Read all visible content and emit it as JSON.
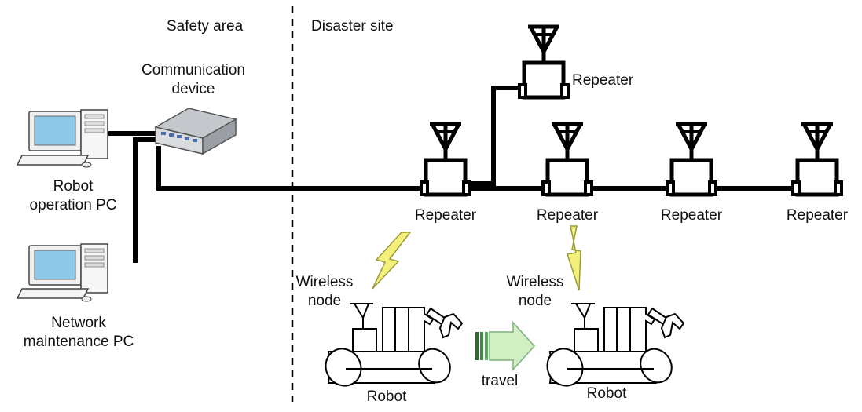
{
  "zones": {
    "safety": "Safety area",
    "disaster": "Disaster site"
  },
  "communication_device": {
    "line1": "Communication",
    "line2": "device"
  },
  "robot_pc": {
    "line1": "Robot",
    "line2": "operation PC"
  },
  "network_pc": {
    "line1": "Network",
    "line2": "maintenance PC"
  },
  "repeater_label": "Repeater",
  "wireless_node": {
    "line1": "Wireless",
    "line2": "node"
  },
  "robot_label": "Robot",
  "travel_label": "travel",
  "colors": {
    "line": "#000000",
    "monitor_screen": "#8fc9ea",
    "lightning": "#f2ef7a",
    "arrow_fill": "#d2efc4",
    "device_body": "#a9adb4"
  }
}
